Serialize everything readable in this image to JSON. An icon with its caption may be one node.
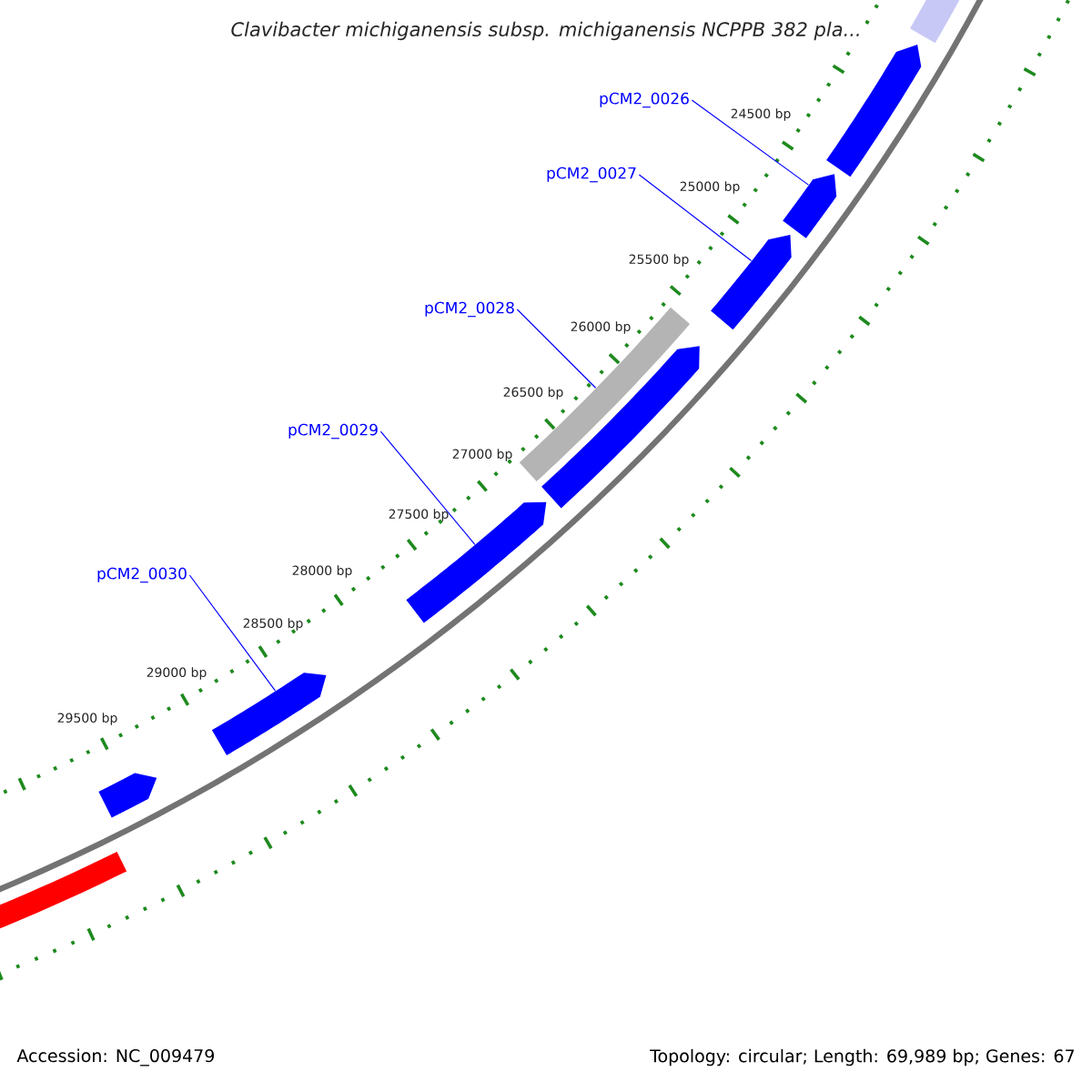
{
  "diagram": {
    "title": "Clavibacter michiganensis subsp. michiganensis NCPPB 382 pla...",
    "nodes": [
      {
        "text": [
          "pCM2_0026"
        ]
      },
      {
        "text": [
          "pCM2_0027"
        ]
      },
      {
        "text": [
          "pCM2_0028"
        ]
      },
      {
        "text": [
          "pCM2_0029"
        ]
      },
      {
        "text": [
          "pCM2_0030"
        ]
      },
      {
        "text": [],
        "shape": "bar"
      },
      {
        "text": [],
        "shape": "arrow"
      },
      {
        "text": [],
        "shape": "arrow"
      },
      {
        "text": [],
        "shape": "arrow"
      },
      {
        "text": [],
        "shape": "bar"
      },
      {
        "text": [],
        "shape": "arrow"
      },
      {
        "text": [],
        "shape": "arrow"
      },
      {
        "text": [],
        "shape": "arrow"
      },
      {
        "text": [],
        "shape": "arrow"
      },
      {
        "text": [],
        "shape": "bar"
      }
    ],
    "edges": [
      {
        "from": 0,
        "to": 7,
        "arrow": "none"
      },
      {
        "from": 1,
        "to": 8,
        "arrow": "none"
      },
      {
        "from": 2,
        "to": 9,
        "arrow": "none"
      },
      {
        "from": 3,
        "to": 11,
        "arrow": "none"
      },
      {
        "from": 4,
        "to": 12,
        "arrow": "none"
      }
    ],
    "labels": [
      "24500 bp",
      "25000 bp",
      "25500 bp",
      "26000 bp",
      "26500 bp",
      "27000 bp",
      "27500 bp",
      "28000 bp",
      "28500 bp",
      "29000 bp",
      "29500 bp",
      "Accession: NC_009479",
      "Topology: circular; Length: 69,989 bp; Genes: 67"
    ]
  }
}
